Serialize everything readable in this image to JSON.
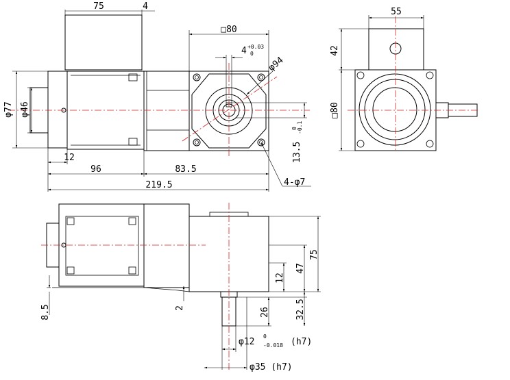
{
  "front_view": {
    "top_width": "75",
    "top_offset": "4",
    "motor_dia": "φ77",
    "pilot_dia": "φ46",
    "flange_len": "12",
    "motor_len": "96",
    "gear_len": "83.5",
    "total_len": "219.5",
    "square": "□80",
    "key_width": "4",
    "key_tol_upper": "+0.03",
    "key_tol_lower": "0",
    "bolt_circle": "φ94",
    "key_height": "13.5",
    "key_height_tol_upper": "0",
    "key_height_tol_lower": "-0.1",
    "holes": "4-φ7"
  },
  "side_view": {
    "box_width": "55",
    "box_height": "42",
    "square": "□80"
  },
  "top_view": {
    "h_75": "75",
    "h_47": "47",
    "h_12": "12",
    "base_8_5": "8.5",
    "base_2": "2",
    "shaft_26": "26",
    "shaft_32_5": "32.5",
    "shaft_dia": "φ12",
    "shaft_tol_upper": "0",
    "shaft_tol_lower": "-0.018",
    "shaft_fit": "(h7)",
    "boss_dia": "φ35 (h7)"
  }
}
